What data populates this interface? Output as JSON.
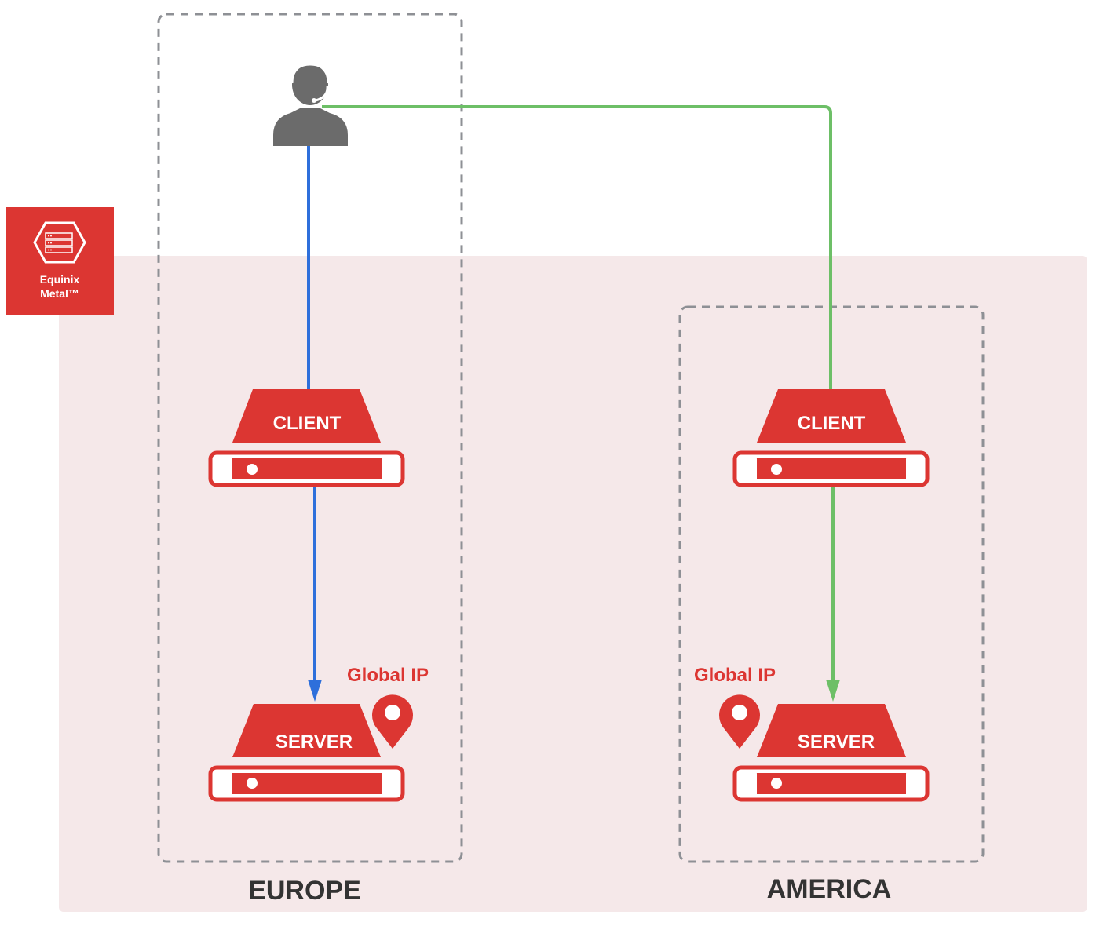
{
  "logo": {
    "text_line1": "Equinix",
    "text_line2": "Metal™",
    "icon": "server-stack-icon"
  },
  "regions": [
    {
      "label": "EUROPE",
      "client_label": "CLIENT",
      "server_label": "SERVER",
      "global_ip_label": "Global IP"
    },
    {
      "label": "AMERICA",
      "client_label": "CLIENT",
      "server_label": "SERVER",
      "global_ip_label": "Global IP"
    }
  ],
  "user_icon": "user-headset-icon",
  "pin_icon": "location-pin-icon",
  "colors": {
    "brand_red": "#dc3632",
    "region_bg": "#f5e8e9",
    "dashed_border": "#8e9095",
    "europe_path": "#2e6fdb",
    "america_path": "#6dbf67",
    "user_gray": "#6b6b6b",
    "label_dark": "#333333"
  }
}
